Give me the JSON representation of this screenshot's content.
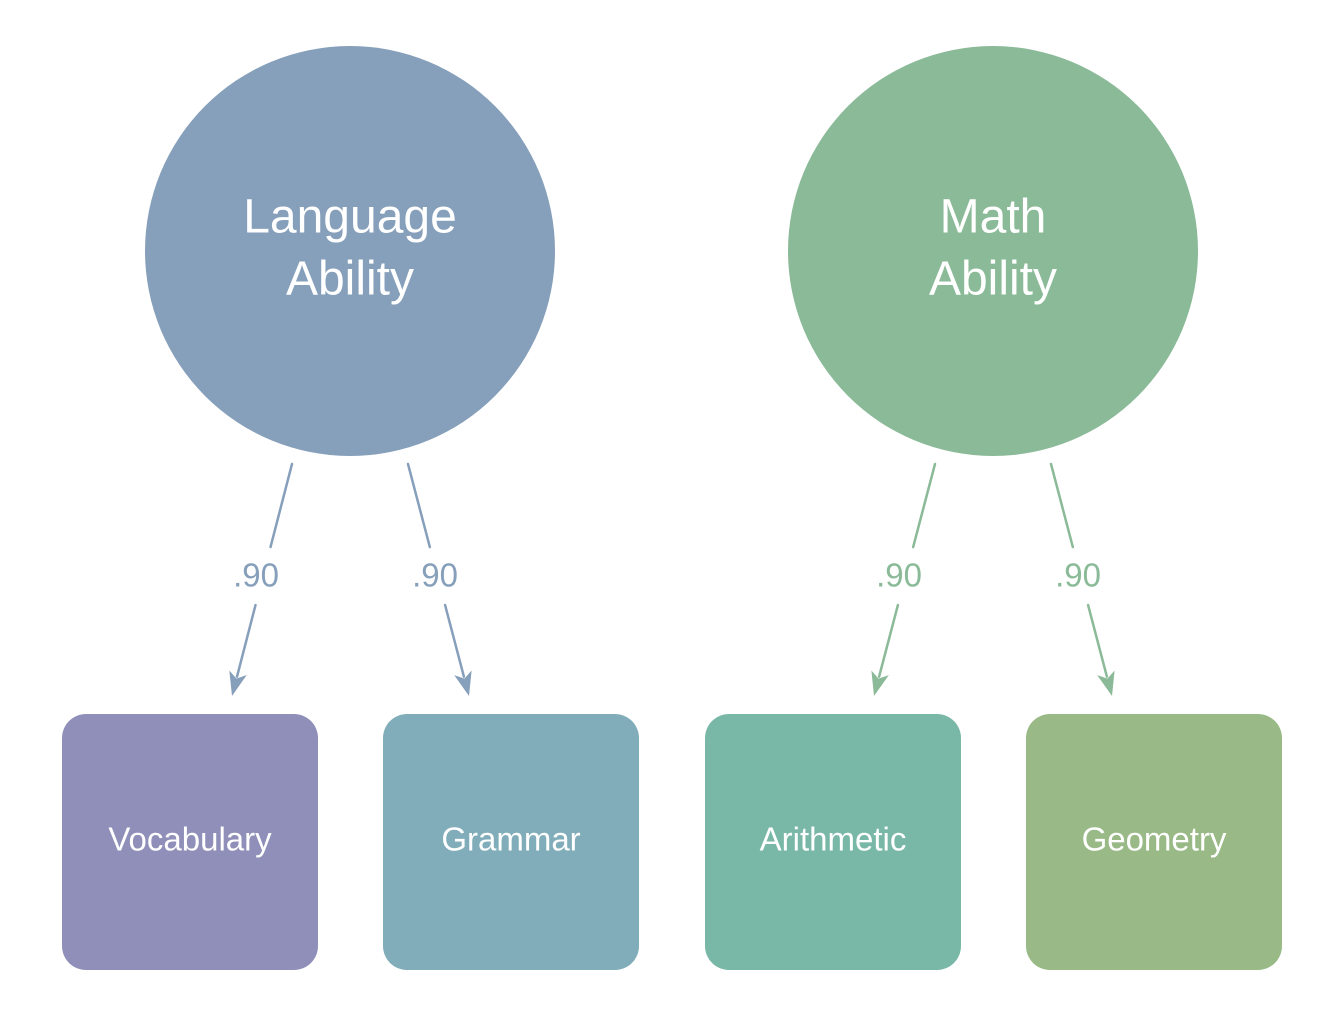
{
  "factors": [
    {
      "id": "language",
      "lines": [
        "Language",
        "Ability"
      ],
      "color": "#869fba"
    },
    {
      "id": "math",
      "lines": [
        "Math",
        "Ability"
      ],
      "color": "#8aba97"
    }
  ],
  "indicators": [
    {
      "id": "vocabulary",
      "label": "Vocabulary",
      "color": "#8f8fb9"
    },
    {
      "id": "grammar",
      "label": "Grammar",
      "color": "#80adb9"
    },
    {
      "id": "arithmetic",
      "label": "Arithmetic",
      "color": "#79b8a7"
    },
    {
      "id": "geometry",
      "label": "Geometry",
      "color": "#99ba86"
    }
  ],
  "paths": [
    {
      "from": "language",
      "to": "vocabulary",
      "loading": ".90",
      "color": "#869fba"
    },
    {
      "from": "language",
      "to": "grammar",
      "loading": ".90",
      "color": "#869fba"
    },
    {
      "from": "math",
      "to": "arithmetic",
      "loading": ".90",
      "color": "#8aba97"
    },
    {
      "from": "math",
      "to": "geometry",
      "loading": ".90",
      "color": "#8aba97"
    }
  ]
}
